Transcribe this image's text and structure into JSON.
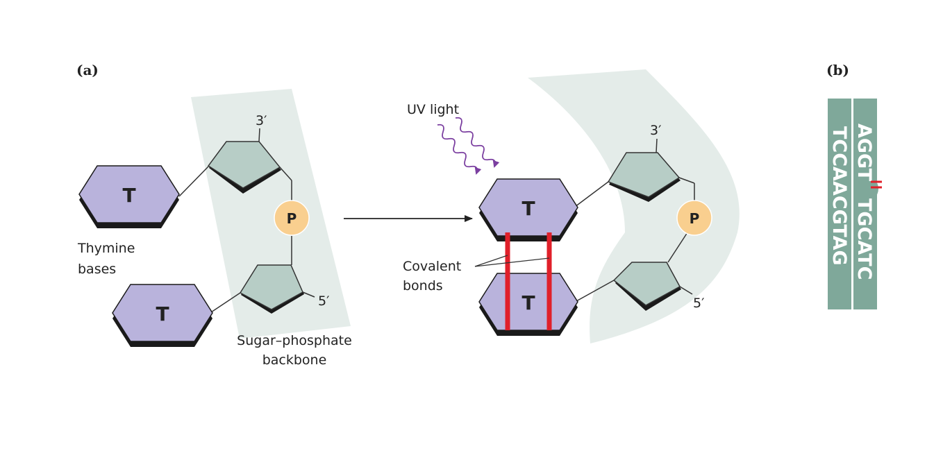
{
  "panels": {
    "a": "(a)",
    "b": "(b)"
  },
  "labels": {
    "uv_light": "UV light",
    "thymine_line1": "Thymine",
    "thymine_line2": "bases",
    "covalent_line1": "Covalent",
    "covalent_line2": "bonds",
    "backbone_line1": "Sugar–phosphate",
    "backbone_line2": "backbone"
  },
  "base_letter": "T",
  "phosphate_letter": "P",
  "ends": {
    "three_prime": "3′",
    "five_prime": "5′"
  },
  "sequence": {
    "strand_1": "TCCAACGTAG",
    "strand_2_part1": "AGGT",
    "strand_2_part2": "TGCATC"
  },
  "colors": {
    "base_fill": "#b9b3dc",
    "base_shadow": "#1a1a1a",
    "sugar_fill": "#b7cdc6",
    "phosphate_fill": "#f9cf8f",
    "backbone_band": "#e4ece9",
    "dimer_bond": "#e0202a",
    "uv": "#7b3fa0",
    "strand_b": "#7fa89a"
  }
}
